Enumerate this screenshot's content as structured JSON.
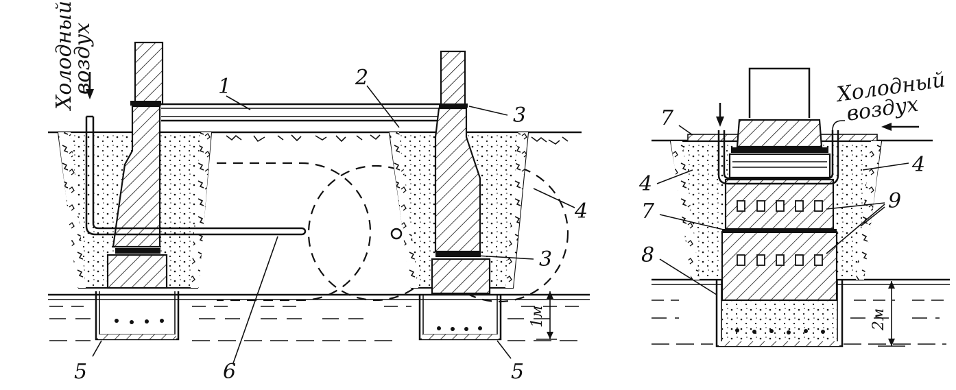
{
  "labels": {
    "cold_air_left": [
      "Холодный",
      "воздух"
    ],
    "cold_air_right": [
      "Холодный",
      "воздух"
    ],
    "n1": "1",
    "n2": "2",
    "n3a": "3",
    "n3b": "3",
    "n4a": "4",
    "n4b": "4",
    "n4c": "4",
    "n5a": "5",
    "n5b": "5",
    "n6": "6",
    "n7a": "7",
    "n7b": "7",
    "n8": "8",
    "n9": "9",
    "dim_left": "1м",
    "dim_right": "2м"
  },
  "colors": {
    "ink": "#111111",
    "paper": "#ffffff"
  }
}
